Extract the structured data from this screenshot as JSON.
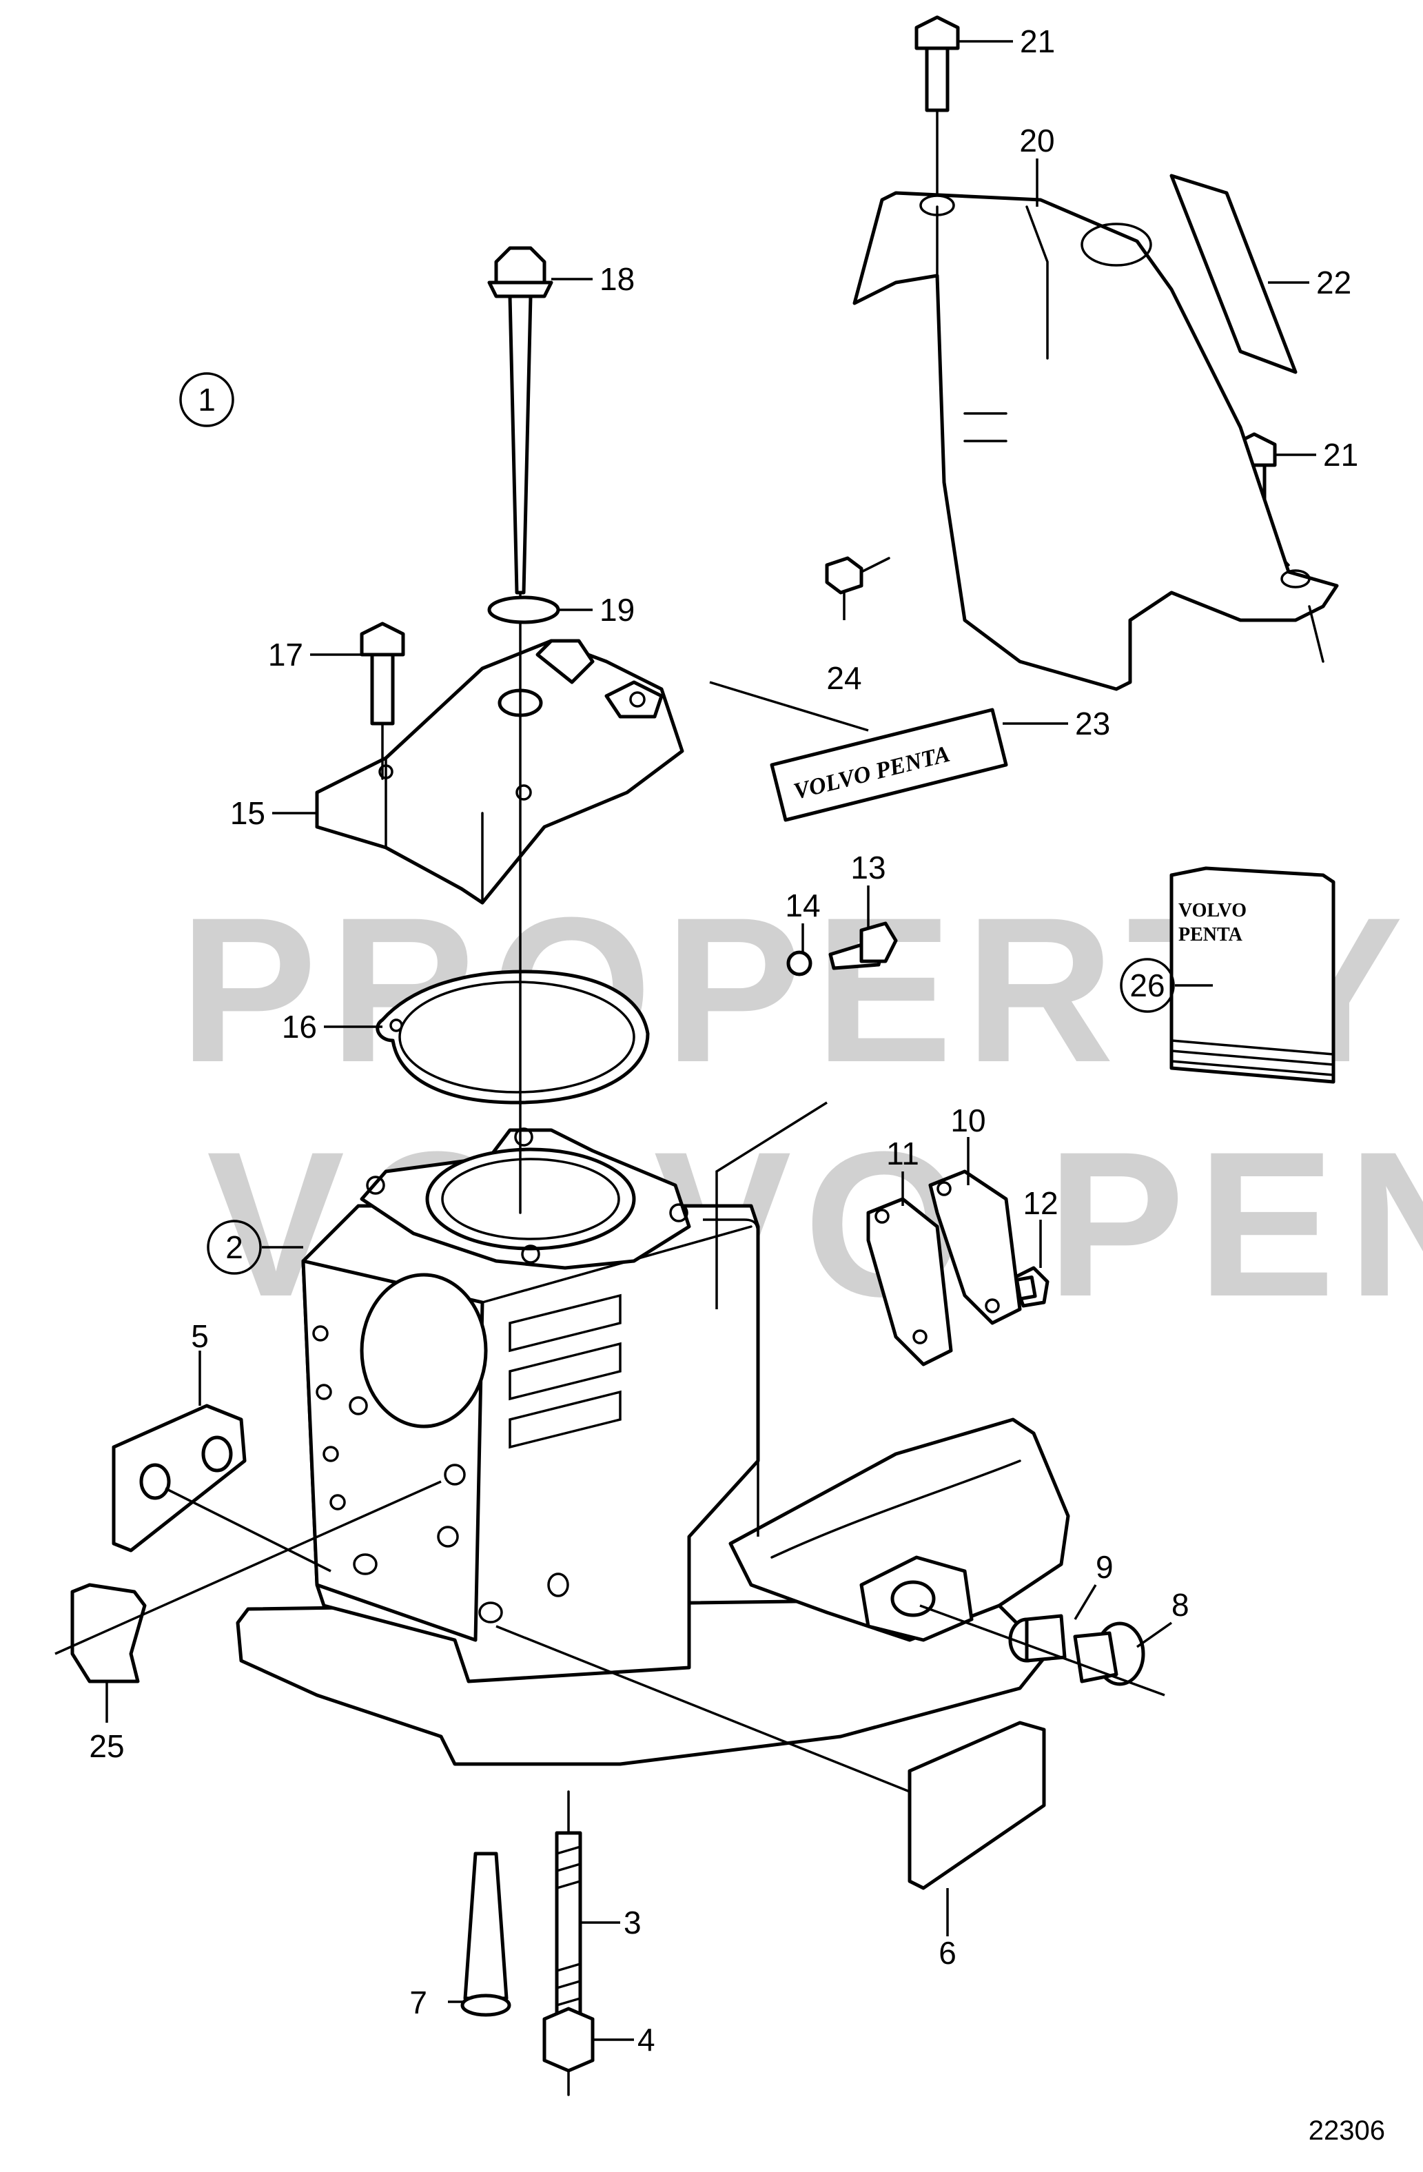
{
  "reference_number": "22306",
  "watermark": {
    "line1": "PROPERTY OF",
    "line2": "VOLVO PENTA"
  },
  "decal_text": "VOLVO PENTA",
  "kit_text": {
    "line1": "VOLVO",
    "line2": "PENTA"
  },
  "callouts": [
    {
      "id": "1",
      "circled": true
    },
    {
      "id": "2",
      "circled": true
    },
    {
      "id": "3",
      "circled": false
    },
    {
      "id": "4",
      "circled": false
    },
    {
      "id": "5",
      "circled": false
    },
    {
      "id": "6",
      "circled": false
    },
    {
      "id": "7",
      "circled": false
    },
    {
      "id": "8",
      "circled": false
    },
    {
      "id": "9",
      "circled": false
    },
    {
      "id": "10",
      "circled": false
    },
    {
      "id": "11",
      "circled": false
    },
    {
      "id": "12",
      "circled": false
    },
    {
      "id": "13",
      "circled": false
    },
    {
      "id": "14",
      "circled": false
    },
    {
      "id": "15",
      "circled": false
    },
    {
      "id": "16",
      "circled": false
    },
    {
      "id": "17",
      "circled": false
    },
    {
      "id": "18",
      "circled": false
    },
    {
      "id": "19",
      "circled": false
    },
    {
      "id": "20",
      "circled": false
    },
    {
      "id": "21",
      "circled": false
    },
    {
      "id": "21",
      "circled": false
    },
    {
      "id": "22",
      "circled": false
    },
    {
      "id": "23",
      "circled": false
    },
    {
      "id": "24",
      "circled": false
    },
    {
      "id": "25",
      "circled": false
    },
    {
      "id": "26",
      "circled": true
    }
  ]
}
